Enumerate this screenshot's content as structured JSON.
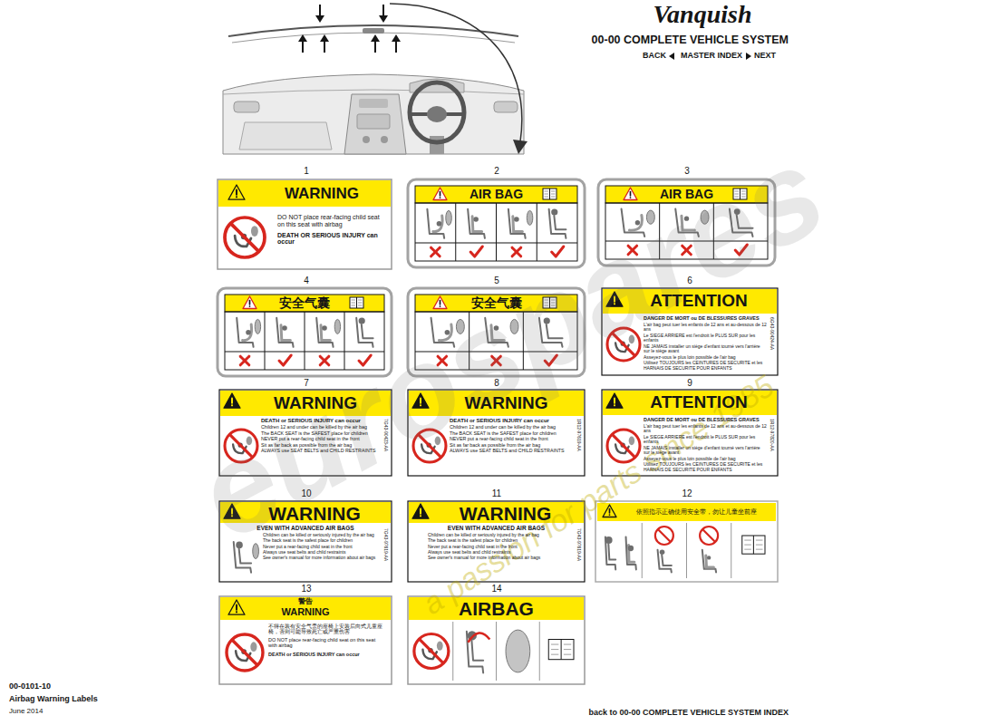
{
  "diagram": {
    "title": "00-00 COMPLETE VEHICLE SYSTEM",
    "nodes": [
      {
        "text": [
          "WARNING",
          "DO NOT place rear-facing child seat on this seat with airbag",
          "DEATH OR SERIOUS INJURY can occur"
        ]
      },
      {
        "text": [
          "AIR BAG"
        ]
      },
      {
        "text": [
          "AIR BAG"
        ]
      },
      {
        "text": [
          "安全气囊"
        ]
      },
      {
        "text": [
          "安全气囊"
        ]
      },
      {
        "text": [
          "ATTENTION",
          "DANGER DE MORT ou DE BLESSURES GRAVES",
          "L'air bag peut tuer les enfants de 12 ans et au-dessous de 12 ans",
          "Le SIEGE ARRIERE est l'endroit le PLUS SUR pour les enfants",
          "NE JAMAIS installer un siège d'enfant tourné vers l'arrière sur le siège avant",
          "Asseyez-vous le plus loin possible de l'air bag",
          "Utilisez TOUJOURS les CEINTURES DE SECURITE et les HARNAIS DE SECURITE POUR ENFANTS",
          "6G43-90424-AA"
        ]
      },
      {
        "text": [
          "WARNING",
          "DEATH or SERIOUS INJURY can occur",
          "Children 12 and under can be killed by the air bag",
          "The BACK SEAT is the SAFEST place for children",
          "NEVER put a rear-facing child seat in the front",
          "Sit as far back as possible from the air bag",
          "ALWAYS use SEAT BELTS and CHILD RESTRAINTS",
          "7G43-90423-AA"
        ]
      },
      {
        "text": [
          "WARNING",
          "DEATH or SERIOUS INJURY can occur",
          "Children 12 and under can be killed by the air bag",
          "The BACK SEAT is the SAFEST place for children",
          "NEVER put a rear-facing child seat in the front",
          "Sit as far back as possible from the air bag",
          "ALWAYS use SEAT BELTS and CHILD RESTRAINTS",
          "1R12-97619-AA"
        ]
      },
      {
        "text": [
          "ATTENTION",
          "DANGER DE MORT ou DE BLESSURES GRAVES",
          "L'air bag peut tuer les enfants de 12 ans et au-dessous de 12 ans",
          "Le SIEGE ARRIERE est l'endroit le PLUS SUR pour les enfants",
          "NE JAMAIS installer un siège d'enfant tourné vers l'arrière sur le siège avant",
          "Asseyez-vous le plus loin possible de l'air bag",
          "Utilisez TOUJOURS les CEINTURES DE SECURITE et les HARNAIS DE SECURITE POUR ENFANTS",
          "1R12-97820-AA"
        ]
      },
      {
        "text": [
          "WARNING",
          "EVEN WITH ADVANCED AIR BAGS",
          "Children can be killed or seriously injured by the air bag",
          "The back seat is the safest place for children",
          "Never put a rear-facing child seat in the front",
          "Always use seat belts and child restraints",
          "See owner's manual for more information about air bags",
          "7G43-97619-AA"
        ]
      },
      {
        "text": [
          "WARNING",
          "EVEN WITH ADVANCED AIR BAGS",
          "Children can be killed or seriously injured by the air bag",
          "The back seat is the safest place for children",
          "Never put a rear-facing child seat in the front",
          "Always use seat belts and child restraints",
          "See owner's manual for more information about air bags",
          "7G43-97619-AA"
        ]
      },
      {
        "text": [
          "依照指示正确使用安全带，勿让儿童坐前座"
        ]
      },
      {
        "text": [
          "警告",
          "WARNING",
          "不得在装有安全气囊的座椅上安装后向式儿童座椅，否则可能导致死亡或严重伤害",
          "DO NOT place rear-facing child seat on this seat with airbag",
          "DEATH or SERIOUS INJURY can occur"
        ]
      },
      {
        "text": [
          "AIRBAG"
        ]
      }
    ],
    "labels": [
      "Vanquish",
      "BACK",
      "MASTER INDEX",
      "NEXT",
      "1",
      "2",
      "3",
      "4",
      "5",
      "6",
      "7",
      "8",
      "9",
      "10",
      "11",
      "12",
      "13",
      "14",
      "00-0101-10",
      "Airbag Warning Labels",
      "June 2014",
      "back to 00-00 COMPLETE VEHICLE SYSTEM INDEX",
      "eurospares",
      "a passion for parts since 1985"
    ]
  }
}
